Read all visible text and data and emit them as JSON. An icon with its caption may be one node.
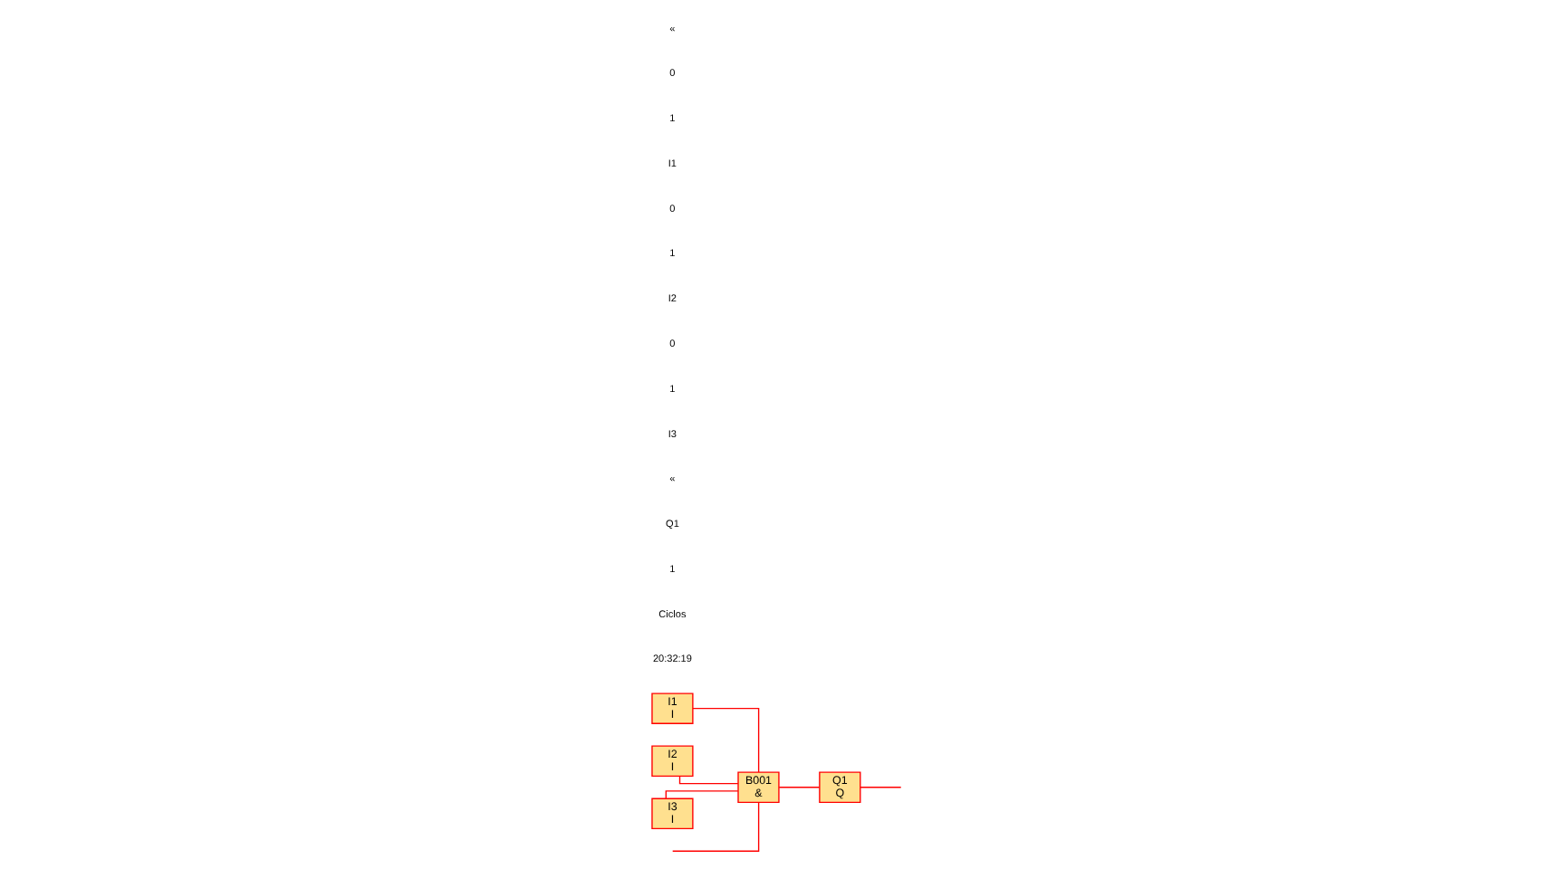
{
  "diagram": {
    "nodes": [
      {
        "text": [
          "I1",
          "I"
        ]
      },
      {
        "text": [
          "I2",
          "I"
        ]
      },
      {
        "text": [
          "I3",
          "I"
        ]
      },
      {
        "text": [
          "B001",
          "&"
        ]
      },
      {
        "text": [
          "Q1",
          "Q"
        ]
      }
    ],
    "edges": [
      {
        "from": 0,
        "to": 3,
        "arrow": "none"
      },
      {
        "from": 1,
        "to": 3,
        "arrow": "none"
      },
      {
        "from": 2,
        "to": 3,
        "arrow": "none"
      },
      {
        "from": null,
        "to": 3,
        "arrow": "none"
      },
      {
        "from": 3,
        "to": 4,
        "arrow": "none"
      },
      {
        "from": 4,
        "to": null,
        "arrow": "none"
      }
    ],
    "labels": [
      "«",
      "0",
      "1",
      "I1",
      "0",
      "1",
      "I2",
      "0",
      "1",
      "I3",
      "«",
      "Q1",
      "1",
      "Ciclos",
      "20:32:19"
    ]
  }
}
